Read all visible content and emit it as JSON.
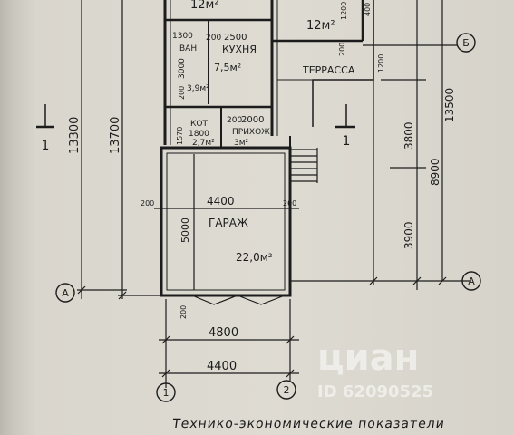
{
  "plan": {
    "rooms": {
      "room_top_left_area": "12м²",
      "room_top_right_area": "12м²",
      "bath": "ВАН",
      "kitchen": "КУХНЯ",
      "kitchen_area": "7,5м²",
      "bath_area": "3,9м²",
      "boiler": "КОТ",
      "boiler_area": "2,7м²",
      "hall": "ПРИХОЖ",
      "hall_area": "3м²",
      "terrace": "ТЕРРАССА",
      "garage": "ГАРАЖ",
      "garage_area": "22,0м²"
    },
    "dimensions": {
      "d1300": "1300",
      "d200_top": "200",
      "d2500": "2500",
      "d3000": "3000",
      "d200_left": "200",
      "d1200_top": "1200",
      "d1200_right": "1200",
      "d1570": "1570",
      "d1800": "1800",
      "d200_mid": "200",
      "d2000": "2000",
      "d200_garage_left": "200",
      "d200_garage_right": "200",
      "d4400_inner": "4400",
      "d5000": "5000",
      "d200_bottom": "200",
      "d4800": "4800",
      "d4400_axes": "4400",
      "d13300": "13300",
      "d13700": "13700",
      "d3800": "3800",
      "d3900": "3900",
      "d8900": "8900",
      "d13500": "13500",
      "d200_mid2": "200",
      "d400": "400"
    },
    "axes": {
      "a_left": "А",
      "a_right": "А",
      "b_right": "Б",
      "n1": "1",
      "n2": "2",
      "section_left": "1",
      "section_right": "1"
    },
    "watermark": {
      "brand": "циан",
      "id": "ID 62090525"
    },
    "footer_title": "Технико-экономические показатели"
  },
  "colors": {
    "ink": "#1c1c1c",
    "paper": "#dedbd2"
  }
}
